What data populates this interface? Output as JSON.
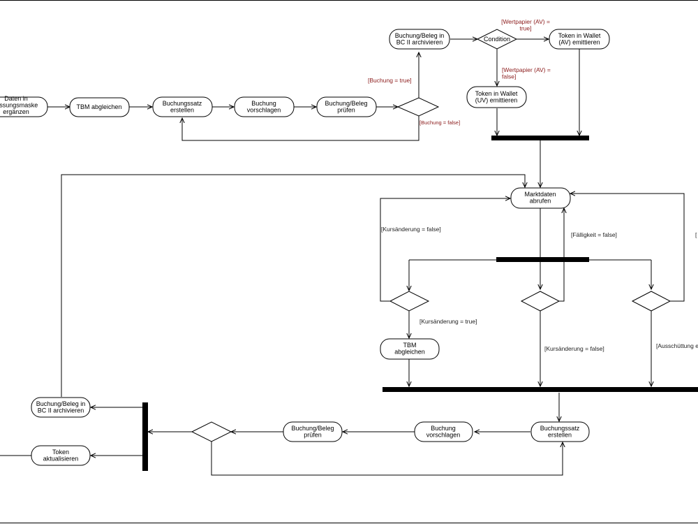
{
  "nodes": {
    "daten_ergaenzen": [
      "Daten in",
      "fassungsmaske",
      "ergänzen"
    ],
    "tbm_abgleichen_top": [
      "TBM abgleichen"
    ],
    "buchungssatz_top": [
      "Buchungssatz",
      "erstellen"
    ],
    "buchung_vorschlagen_top": [
      "Buchung",
      "vorschlagen"
    ],
    "beleg_pruefen_top": [
      "Buchung/Beleg",
      "prüfen"
    ],
    "archivieren_top": [
      "Buchung/Beleg in",
      "BC II archivieren"
    ],
    "condition": [
      "Condition"
    ],
    "wallet_av": [
      "Token in Wallet",
      "(AV) emittieren"
    ],
    "wallet_uv": [
      "Token in Wallet",
      "(UV) emittieren"
    ],
    "marktdaten": [
      "Marktdaten",
      "abrufen"
    ],
    "tbm_abgleichen_mid": [
      "TBM",
      "abgleichen"
    ],
    "buchungssatz_bottom": [
      "Buchungssatz",
      "erstellen"
    ],
    "buchung_vorschlagen_bottom": [
      "Buchung",
      "vorschlagen"
    ],
    "beleg_pruefen_bottom": [
      "Buchung/Beleg",
      "prüfen"
    ],
    "archivieren_bottom": [
      "Buchung/Beleg in",
      "BC II archivieren"
    ],
    "token_aktualisieren": [
      "Token",
      "aktualisieren"
    ]
  },
  "guards": {
    "buchung_true": "[Buchung = true]",
    "buchung_false": "[Buchung = false]",
    "wertpapier_av_true": [
      "[Wertpapier (AV) =",
      "true]"
    ],
    "wertpapier_av_false": [
      "[Wertpapier (AV) =",
      "false]"
    ],
    "kursaenderung_false_left": "[Kursänderung = false]",
    "faelligkeit_false": "[Fälligkeit = false]",
    "right_edge_cut": "[",
    "kursaenderung_true": "[Kursänderung =  true]",
    "kursaenderung_false_mid": "[Kursänderung = false]",
    "ausschuettung_cut": "[Ausschüttung e"
  }
}
